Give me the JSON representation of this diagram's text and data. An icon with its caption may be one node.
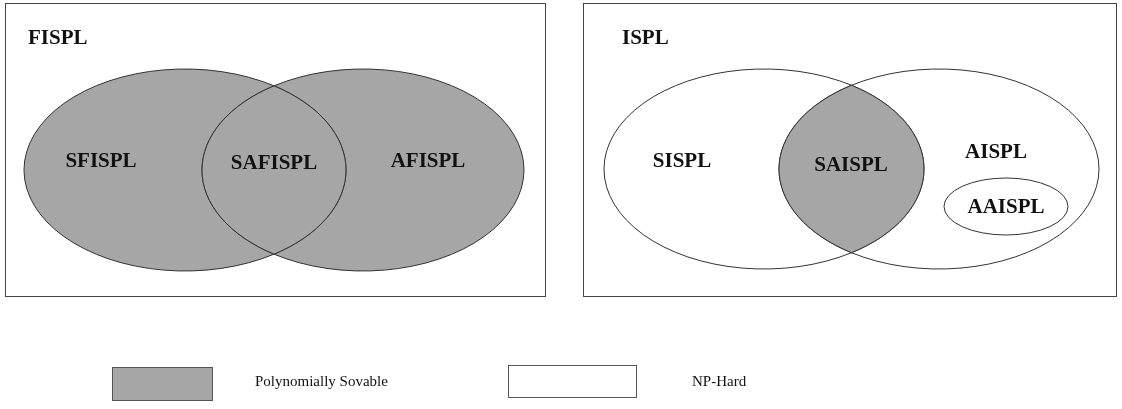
{
  "diagram": {
    "nodes": [
      {
        "text": [
          "FISPL"
        ]
      },
      {
        "text": [
          "SFISPL"
        ],
        "in": 0
      },
      {
        "text": [
          "SAFISPL"
        ],
        "in": 0
      },
      {
        "text": [
          "AFISPL"
        ],
        "in": 0
      },
      {
        "text": [
          "ISPL"
        ]
      },
      {
        "text": [
          "SISPL"
        ],
        "in": 4
      },
      {
        "text": [
          "SAISPL"
        ],
        "in": 4
      },
      {
        "text": [
          "AISPL"
        ],
        "in": 4
      },
      {
        "text": [
          "AAISPL"
        ],
        "in": 7
      }
    ],
    "edges": [],
    "legend": [
      {
        "text": "Polynomially Sovable",
        "color": "#a6a6a6"
      },
      {
        "text": "NP-Hard",
        "color": "#ffffff"
      }
    ]
  }
}
